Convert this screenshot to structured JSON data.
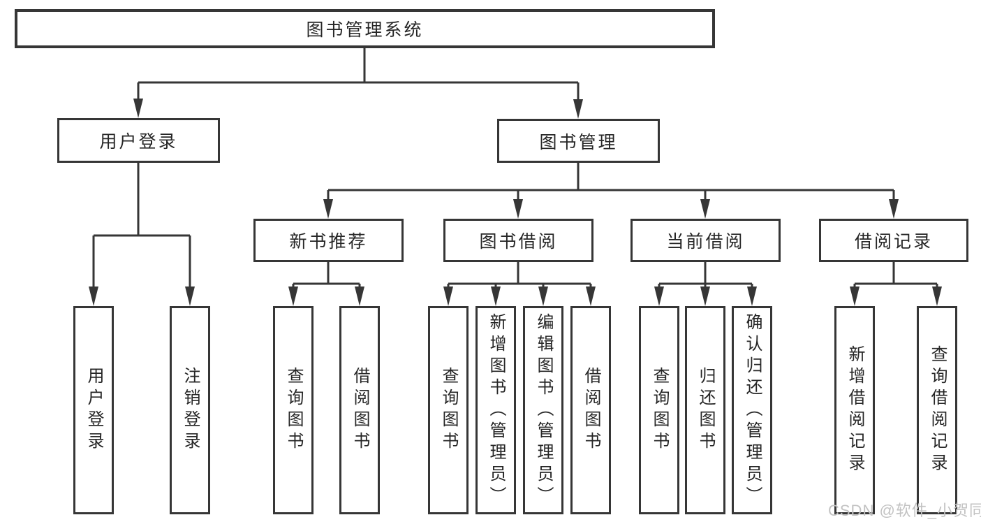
{
  "diagram": {
    "root": {
      "label": "图书管理系统"
    },
    "level2": [
      {
        "label": "用户登录",
        "children": [
          "用户登录",
          "注销登录"
        ]
      },
      {
        "label": "图书管理"
      }
    ],
    "level3": [
      {
        "label": "新书推荐",
        "children": [
          "查询图书",
          "借阅图书"
        ]
      },
      {
        "label": "图书借阅",
        "children": [
          "查询图书",
          "新增图书（管理员）",
          "编辑图书（管理员）",
          "借阅图书"
        ]
      },
      {
        "label": "当前借阅",
        "children": [
          "查询图书",
          "归还图书",
          "确认归还（管理员）"
        ]
      },
      {
        "label": "借阅记录",
        "children": [
          "新增借阅记录",
          "查询借阅记录"
        ]
      }
    ]
  },
  "watermark": {
    "label": "CSDN @软件_小贺同学",
    "color": "#c2c2c2"
  },
  "colors": {
    "line": "#363636",
    "box_border": "#363636",
    "text": "#262626",
    "background": "#ffffff"
  }
}
